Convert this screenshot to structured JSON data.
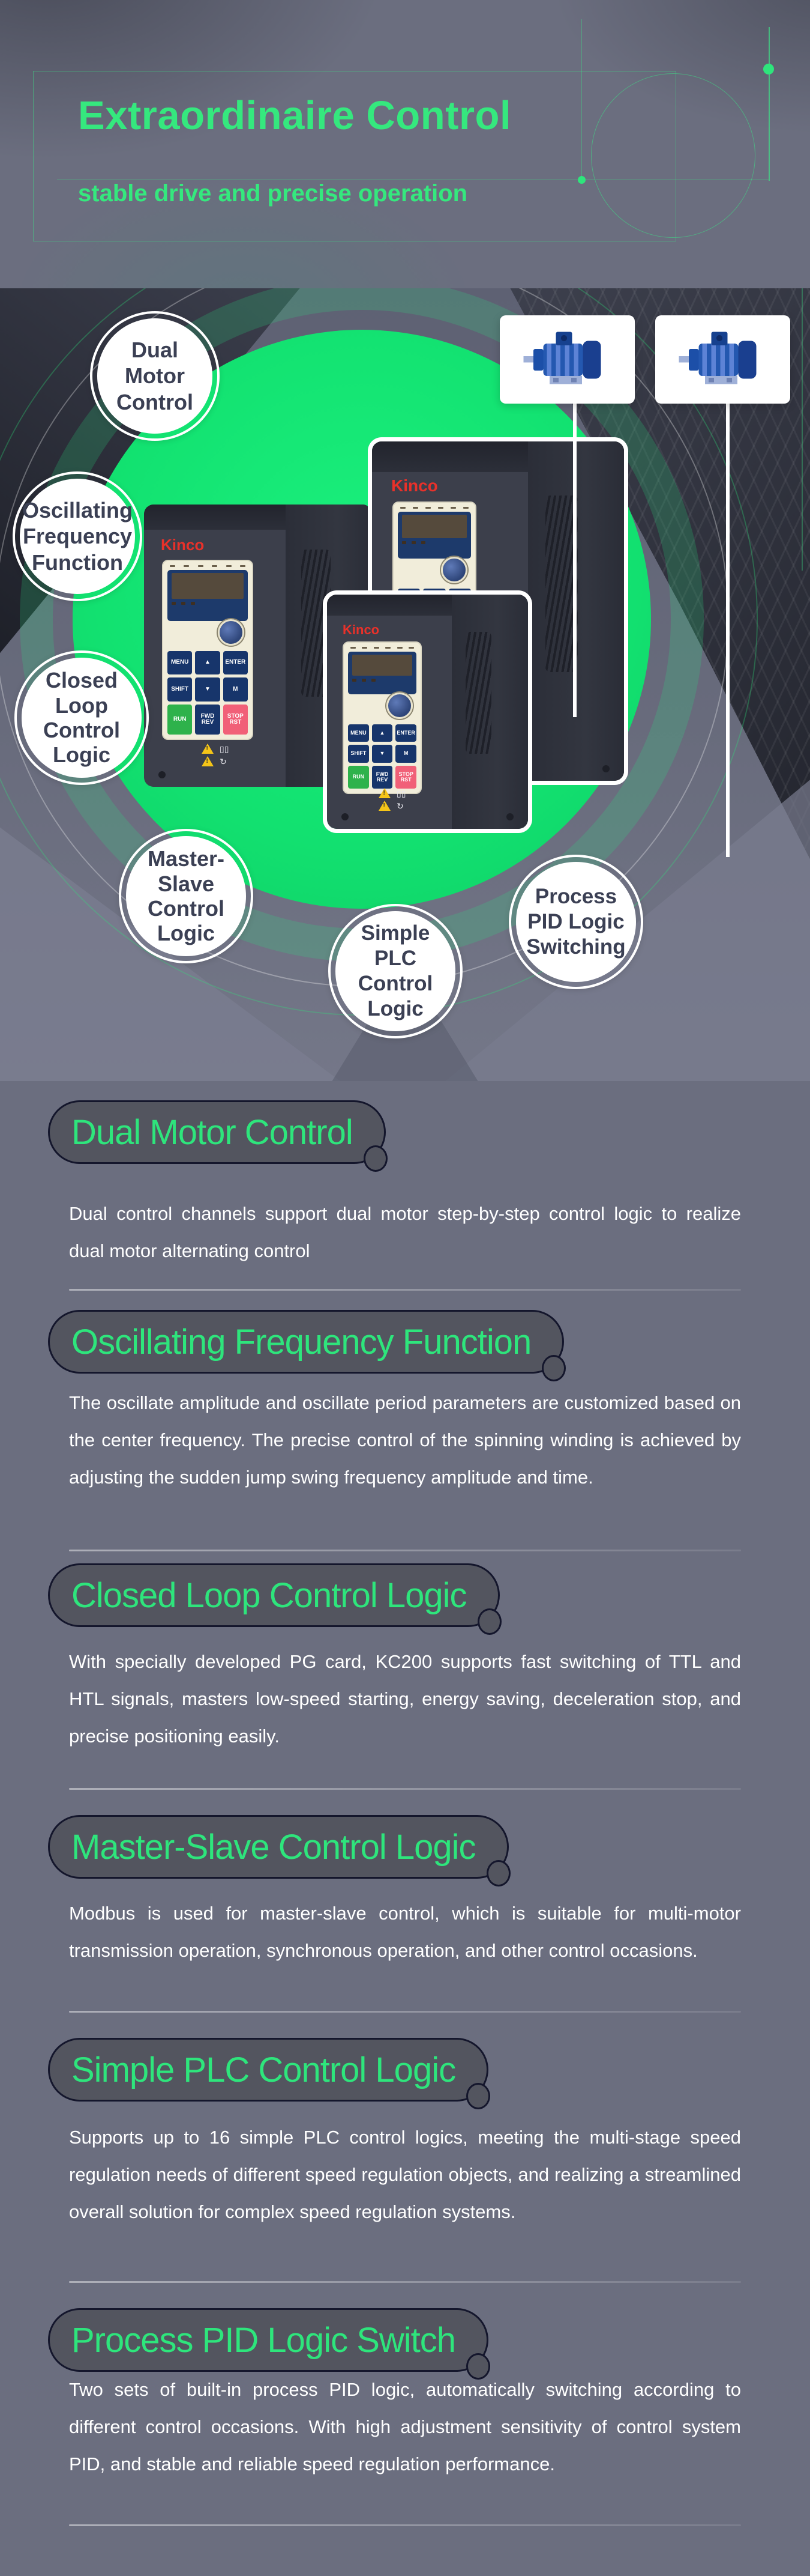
{
  "header": {
    "title": "Extraordinaire Control",
    "subtitle": "stable drive and precise operation"
  },
  "hero": {
    "brand": "Kinco",
    "badges": [
      {
        "text": "Dual\nMotor\nControl"
      },
      {
        "text": "Oscillating\nFrequency\nFunction"
      },
      {
        "text": "Closed\nLoop\nControl\nLogic"
      },
      {
        "text": "Master-\nSlave\nControl\nLogic"
      },
      {
        "text": "Simple\nPLC Control\nLogic"
      },
      {
        "text": "Process\nPID Logic\nSwitching"
      }
    ],
    "keypad": [
      "MENU",
      "▲",
      "ENTER",
      "SHIFT",
      "▼",
      "M",
      "RUN",
      "FWD\nREV",
      "STOP\nRST"
    ]
  },
  "sections": [
    {
      "title": "Dual Motor Control",
      "body": "Dual control channels support dual motor step-by-step control logic  to realize dual motor alternating control"
    },
    {
      "title": "Oscillating Frequency Function",
      "body": "The oscillate amplitude and oscillate period parameters are customized based on the center frequency. The precise control of the spinning winding is achieved by adjusting the sudden jump swing frequency amplitude and time."
    },
    {
      "title": "Closed Loop Control Logic",
      "body": "With specially developed PG card, KC200 supports fast switching of TTL and HTL signals, masters low-speed starting, energy saving, deceleration stop, and precise positioning easily."
    },
    {
      "title": "Master-Slave Control Logic",
      "body": "Modbus is used for master-slave control, which is suitable for multi-motor transmission operation, synchronous operation, and other control occasions."
    },
    {
      "title": "Simple PLC Control Logic",
      "body": "Supports up to 16 simple PLC control logics, meeting the multi-stage speed regulation needs of different speed regulation objects, and realizing a streamlined overall solution for complex speed regulation systems."
    },
    {
      "title": "Process PID Logic Switch",
      "body": "Two sets of built-in process PID logic, automatically switching according to different control occasions. With high adjustment sensitivity of control system PID, and stable and reliable speed regulation performance."
    }
  ],
  "colors": {
    "accent_green": "#2ee57c",
    "circle_green": "#12e170",
    "brand_red": "#e8312a",
    "background": "#6b6e7f"
  }
}
